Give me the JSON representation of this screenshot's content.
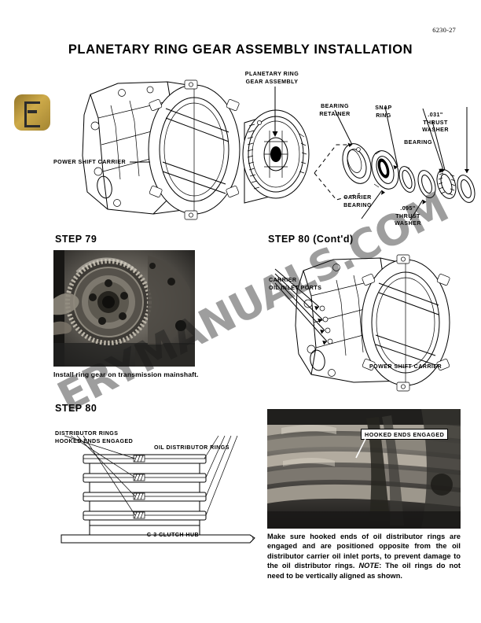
{
  "document": {
    "page_number": "6230-27",
    "title": "PLANETARY RING GEAR ASSEMBLY INSTALLATION"
  },
  "watermark": {
    "text": "ERYMANUALS.COM",
    "logo_name": "emanuals-logo"
  },
  "top_figure": {
    "labels": {
      "planetary_ring_gear_assembly": "PLANETARY RING\nGEAR ASSEMBLY",
      "power_shift_carrier": "POWER SHIFT CARRIER",
      "bearing_retainer": "BEARING\nRETAINER",
      "snap_ring": "SNAP\nRING",
      "thrust_washer_031": ".031\"\nTHRUST\nWASHER",
      "bearing": "BEARING",
      "carrier_bearing": "CARRIER\nBEARING",
      "thrust_washer_095": ".095\"\nTHRUST\nWASHER"
    }
  },
  "step_79": {
    "heading": "STEP 79",
    "caption": "Install ring gear on transmission mainshaft."
  },
  "step_80_contd": {
    "heading": "STEP 80 (Cont'd)",
    "labels": {
      "carrier_oil_inlet_ports": "CARRIER\nOIL INLET PORTS",
      "power_shift_carrier": "POWER SHIFT CARRIER"
    }
  },
  "step_80": {
    "heading": "STEP 80",
    "labels": {
      "distributor_rings_hooked": "DISTRIBUTOR RINGS\nHOOKED ENDS ENGAGED",
      "oil_distributor_rings": "OIL DISTRIBUTOR RINGS",
      "c3_clutch_hub": "C-3 CLUTCH HUB"
    },
    "photo_plate": "HOOKED ENDS ENGAGED",
    "body_text_1": "Make sure hooked ends of oil distributor rings are engaged and are positioned opposite from the oil distributor carrier oil inlet ports, to prevent damage to the oil distributor rings. ",
    "note_label": "NOTE",
    "body_text_2": ": The oil rings do not need to be vertically aligned as shown."
  }
}
